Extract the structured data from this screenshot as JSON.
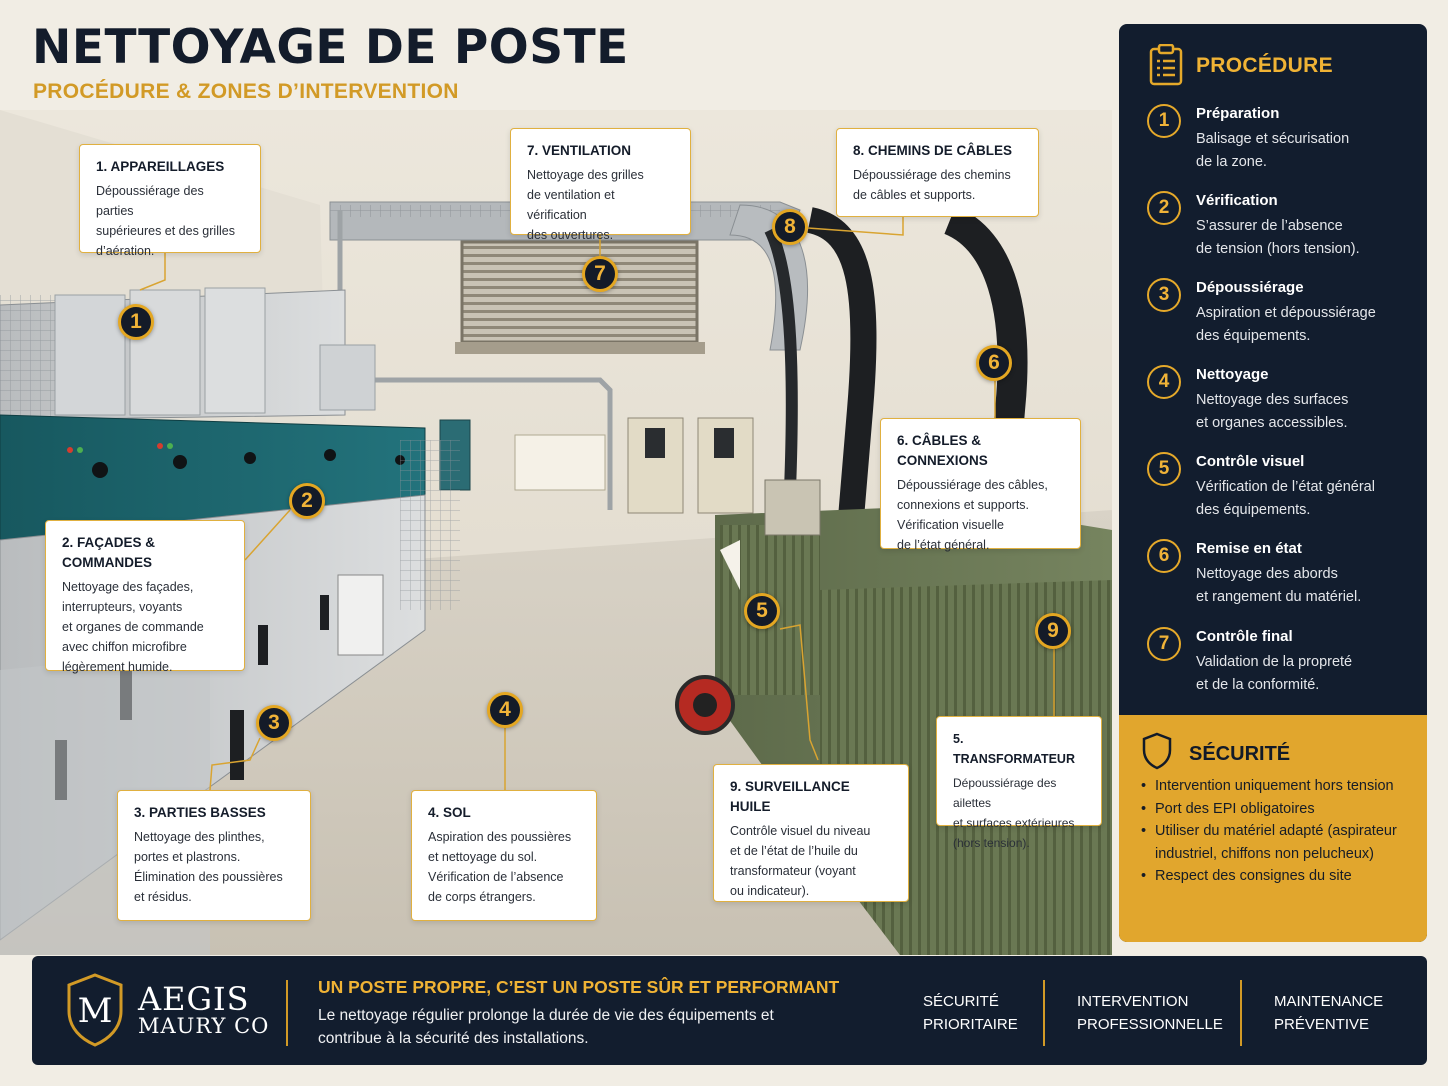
{
  "title": "NETTOYAGE DE POSTE",
  "subtitle": "PROCÉDURE & ZONES D’INTERVENTION",
  "callouts": [
    {
      "num": "1",
      "title": "1. APPAREILLAGES",
      "lines": [
        "Dépoussiérage des parties",
        "supérieures et des grilles",
        "d’aération."
      ]
    },
    {
      "num": "2",
      "title": "2. FAÇADES & COMMANDES",
      "lines": [
        "Nettoyage des façades,",
        "interrupteurs, voyants",
        "et organes de commande",
        "avec chiffon microfibre",
        "légèrement humide."
      ]
    },
    {
      "num": "3",
      "title": "3. PARTIES BASSES",
      "lines": [
        "Nettoyage des plinthes,",
        "portes et plastrons.",
        "Élimination des poussières",
        "et résidus."
      ]
    },
    {
      "num": "4",
      "title": "4. SOL",
      "lines": [
        "Aspiration des poussières",
        "et nettoyage du sol.",
        "Vérification de l’absence",
        "de corps étrangers."
      ]
    },
    {
      "num": "5",
      "title": "5. TRANSFORMATEUR",
      "lines": [
        "Dépoussiérage des ailettes",
        "et surfaces extérieures",
        "(hors tension)."
      ]
    },
    {
      "num": "6",
      "title": "6. CÂBLES & CONNEXIONS",
      "lines": [
        "Dépoussiérage des câbles,",
        "connexions et supports.",
        "Vérification visuelle",
        "de l’état général."
      ]
    },
    {
      "num": "7",
      "title": "7. VENTILATION",
      "lines": [
        "Nettoyage des grilles",
        "de ventilation et vérification",
        "des ouvertures."
      ]
    },
    {
      "num": "8",
      "title": "8. CHEMINS DE CÂBLES",
      "lines": [
        "Dépoussiérage des chemins",
        "de câbles et supports."
      ]
    },
    {
      "num": "9",
      "title": "9. SURVEILLANCE HUILE",
      "lines": [
        "Contrôle visuel du niveau",
        "et de l’état de l’huile du",
        "transformateur (voyant",
        "ou indicateur)."
      ]
    }
  ],
  "procedure": {
    "title": "PROCÉDURE",
    "steps": [
      {
        "num": "1",
        "title": "Préparation",
        "desc": [
          "Balisage et sécurisation",
          "de la zone."
        ]
      },
      {
        "num": "2",
        "title": "Vérification",
        "desc": [
          "S’assurer de l’absence",
          "de tension (hors tension)."
        ]
      },
      {
        "num": "3",
        "title": "Dépoussiérage",
        "desc": [
          "Aspiration et dépoussiérage",
          "des équipements."
        ]
      },
      {
        "num": "4",
        "title": "Nettoyage",
        "desc": [
          "Nettoyage des surfaces",
          "et organes accessibles."
        ]
      },
      {
        "num": "5",
        "title": "Contrôle visuel",
        "desc": [
          "Vérification de l’état général",
          "des équipements."
        ]
      },
      {
        "num": "6",
        "title": "Remise en état",
        "desc": [
          "Nettoyage des abords",
          "et rangement du matériel."
        ]
      },
      {
        "num": "7",
        "title": "Contrôle final",
        "desc": [
          "Validation de la propreté",
          "et de la conformité."
        ]
      }
    ]
  },
  "security": {
    "title": "SÉCURITÉ",
    "items": [
      "Intervention uniquement hors tension",
      "Port des EPI obligatoires",
      "Utiliser du matériel adapté (aspirateur industriel, chiffons non pelucheux)",
      "Respect des consignes du site"
    ]
  },
  "footer": {
    "logo_letter": "M",
    "brand": "AEGIS",
    "brand_sub": "MAURY CO",
    "slogan": "UN POSTE PROPRE, C’EST UN POSTE SÛR ET PERFORMANT",
    "text": "Le nettoyage régulier prolonge la durée de vie des équipements et contribue à la sécurité des installations.",
    "tags": [
      [
        "SÉCURITÉ",
        "PRIORITAIRE"
      ],
      [
        "INTERVENTION",
        "PROFESSIONNELLE"
      ],
      [
        "MAINTENANCE",
        "PRÉVENTIVE"
      ]
    ]
  },
  "colors": {
    "navy": "#121d2e",
    "gold": "#e1a62d",
    "teal_panel": "#1f6e78",
    "transformer_green": "#6b7a55"
  },
  "icons": [
    "clipboard-icon",
    "shield-icon",
    "aegis-shield-logo-icon"
  ]
}
